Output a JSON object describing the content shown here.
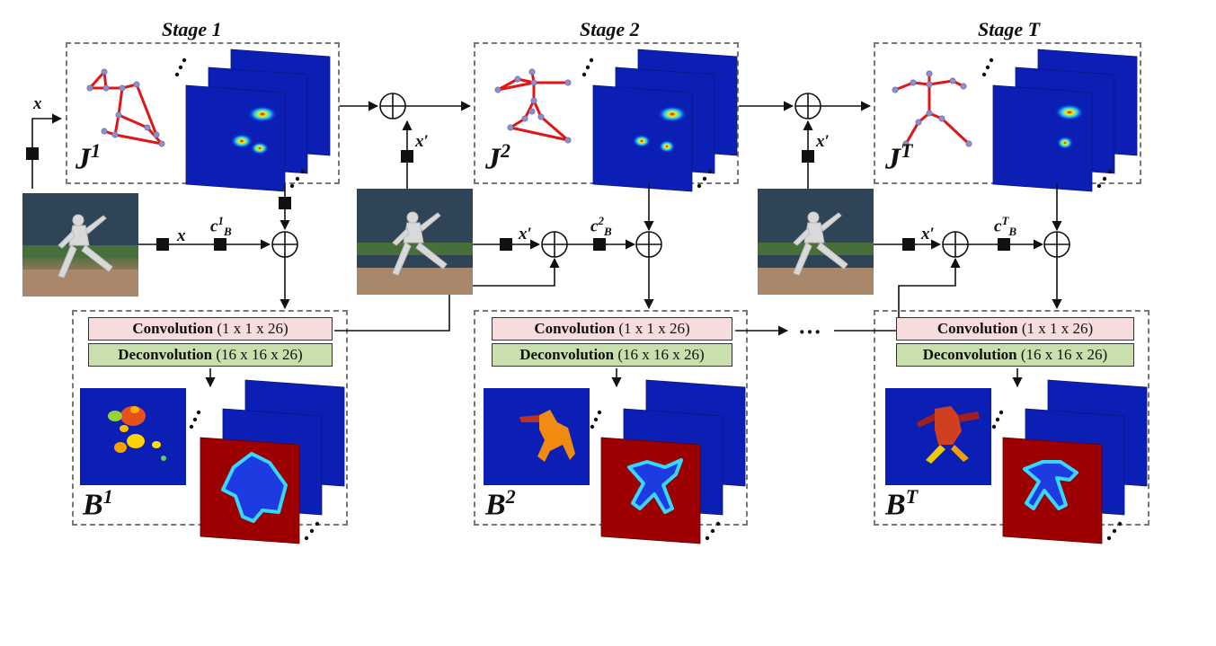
{
  "stages": [
    {
      "title": "Stage 1",
      "j_label": "J",
      "j_sup": "1",
      "b_label": "B",
      "b_sup": "1",
      "c_sup": "1",
      "input_var": "x"
    },
    {
      "title": "Stage 2",
      "j_label": "J",
      "j_sup": "2",
      "b_label": "B",
      "b_sup": "2",
      "c_sup": "2",
      "input_var": "x′"
    },
    {
      "title": "Stage T",
      "j_label": "J",
      "j_sup": "T",
      "b_label": "B",
      "b_sup": "T",
      "c_sup": "T",
      "input_var": "x′"
    }
  ],
  "layers": {
    "conv_name": "Convolution",
    "conv_dims": "(1 x 1 x 26)",
    "deconv_name": "Deconvolution",
    "deconv_dims": "(16 x 16 x 26)"
  },
  "labels": {
    "top_x": "x",
    "c_main": "c",
    "c_sub": "B",
    "ellipsis": "···"
  },
  "colors": {
    "skeleton": "#e01515",
    "joint": "#8e8ec8",
    "heatmap_bg": "#0b1fb5",
    "conv_fill": "#f6dcdc",
    "deconv_fill": "#c9dfae",
    "dash": "#777777"
  }
}
